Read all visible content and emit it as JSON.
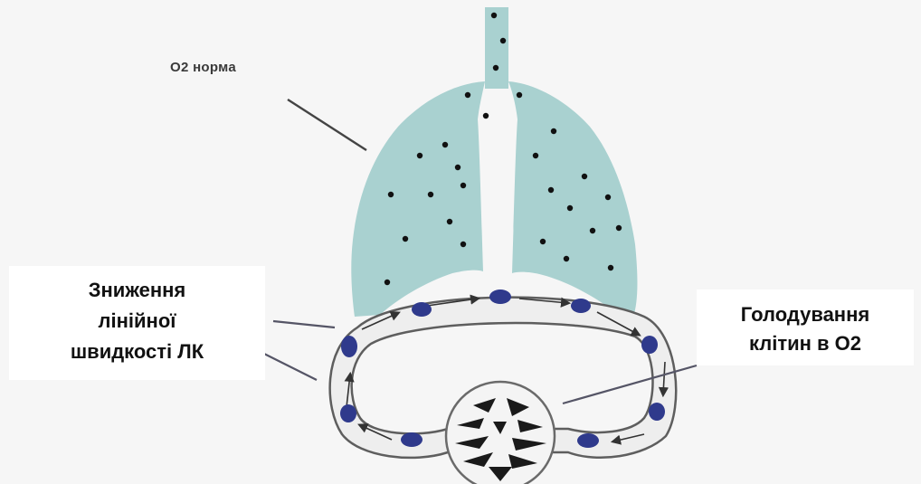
{
  "labels": {
    "o2_norm": "O2 норма",
    "left_box": [
      "Зниження",
      "лінійної",
      "швидкості ЛК"
    ],
    "right_box": [
      "Голодування",
      "клітин в О2"
    ]
  },
  "colors": {
    "background": "#f6f6f6",
    "lung_fill": "#a9d1d0",
    "vessel_fill": "#eeeeee",
    "vessel_stroke": "#5e5e5e",
    "blood_cell": "#2f3a8c",
    "oxygen_dot": "#111111",
    "tissue_shapes": "#1a1a1a",
    "box_fill": "#ffffff",
    "box_text": "#111111"
  }
}
